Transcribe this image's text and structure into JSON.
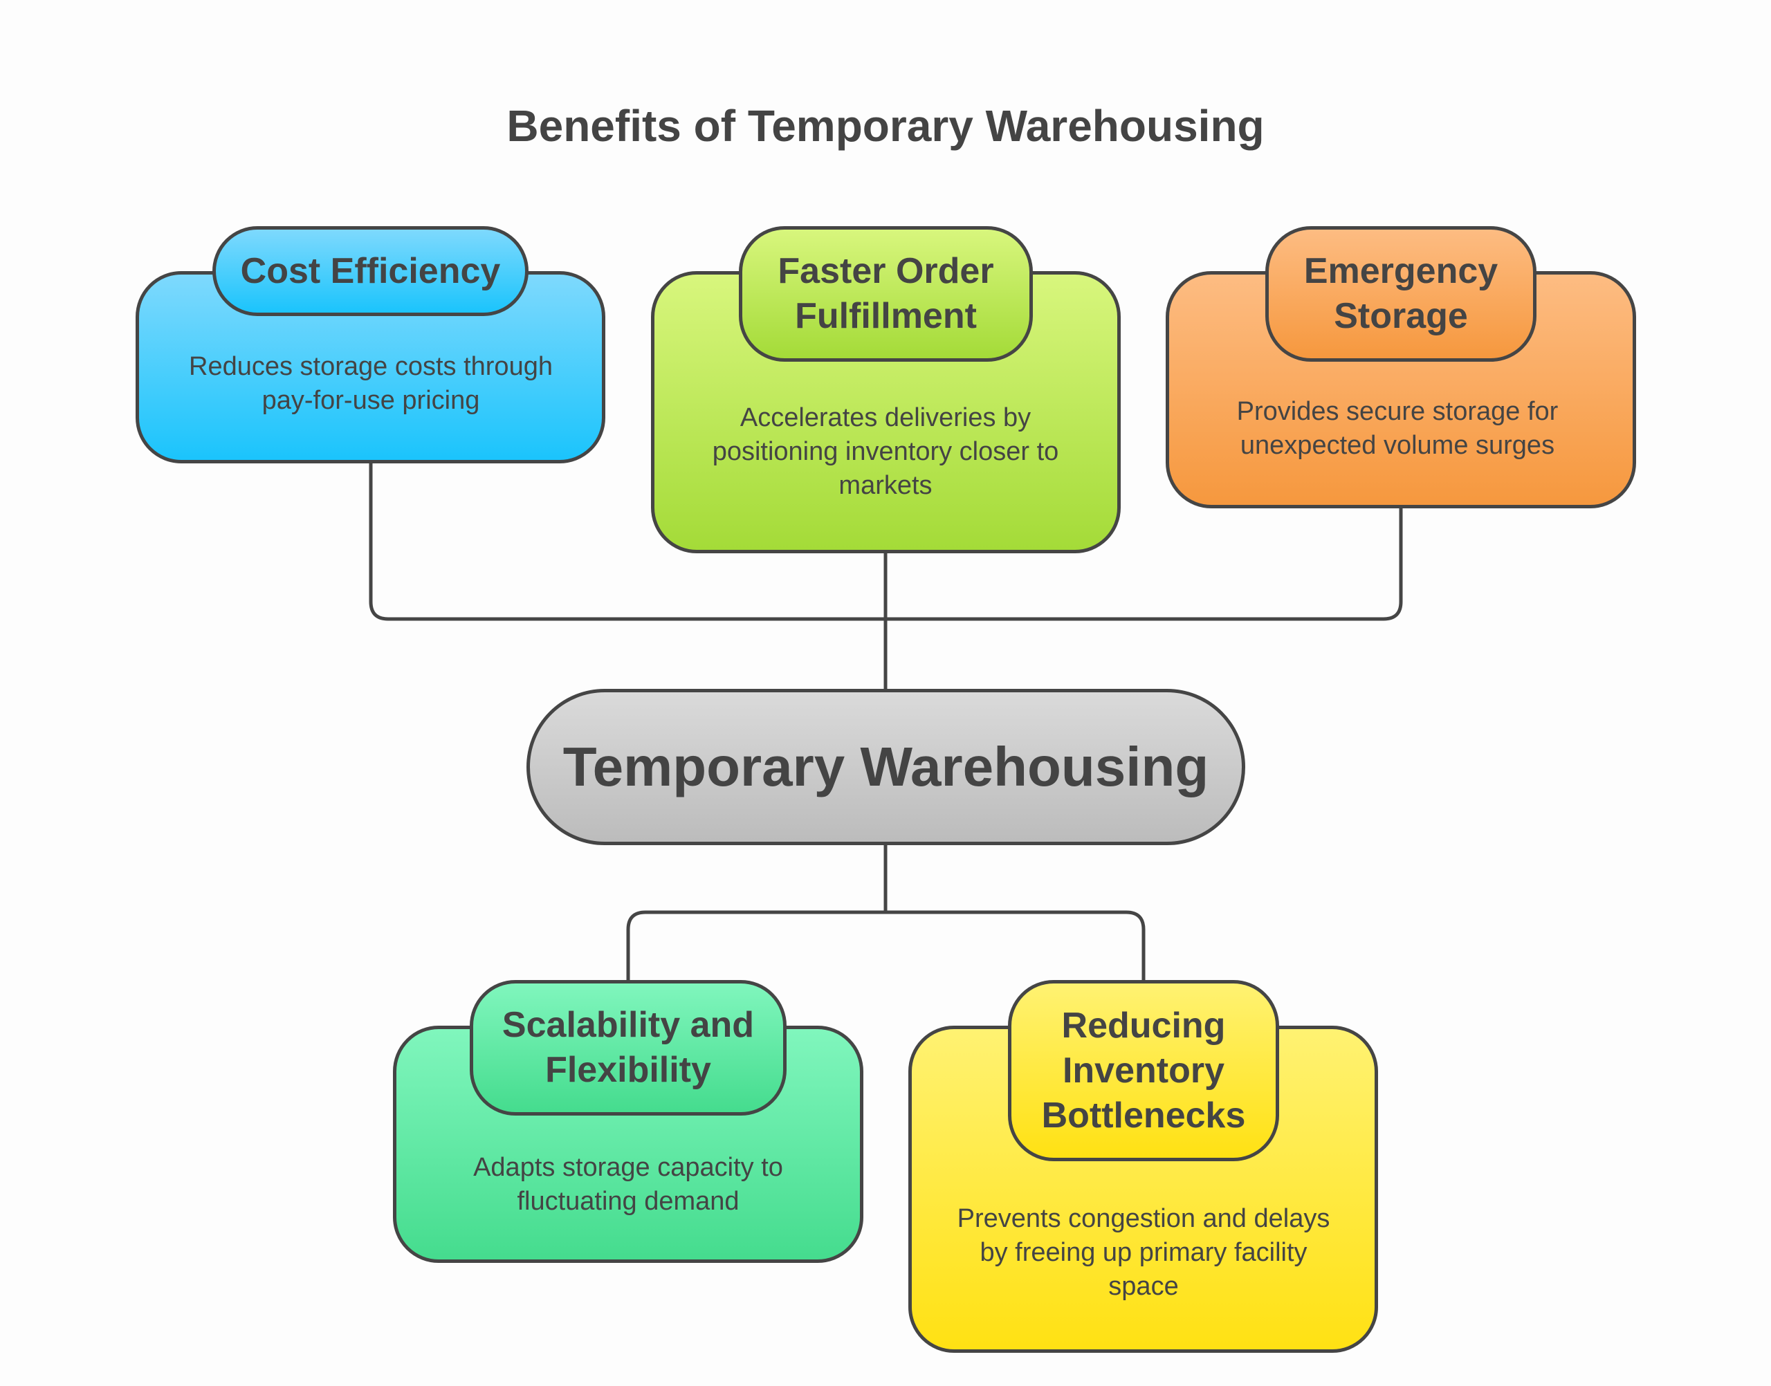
{
  "title": "Benefits of Temporary Warehousing",
  "center": {
    "label": "Temporary Warehousing"
  },
  "benefits": [
    {
      "title": "Cost Efficiency",
      "description": "Reduces storage costs through pay-for-use pricing",
      "color": "#1ec5fc"
    },
    {
      "title": "Faster Order Fulfillment",
      "description": "Accelerates deliveries by positioning inventory closer to markets",
      "color": "#a5dc3a"
    },
    {
      "title": "Emergency Storage",
      "description": "Provides secure storage for unexpected volume surges",
      "color": "#f79a40"
    },
    {
      "title": "Scalability and Flexibility",
      "description": "Adapts storage capacity to fluctuating demand",
      "color": "#47dd90"
    },
    {
      "title": "Reducing Inventory Bottlenecks",
      "description": "Prevents congestion and delays by freeing up primary facility space",
      "color": "#ffe01a"
    }
  ]
}
